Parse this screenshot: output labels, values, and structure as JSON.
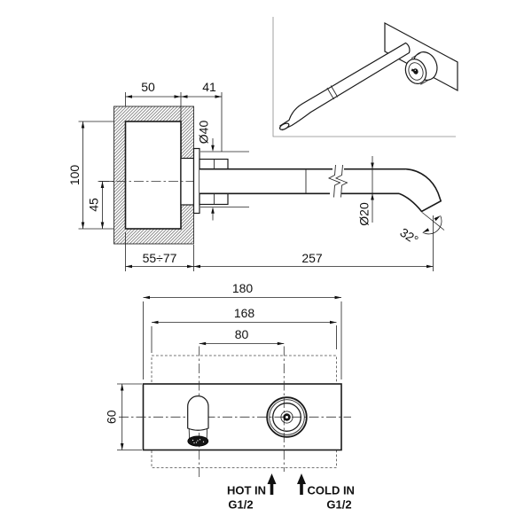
{
  "style": {
    "ink": "#1a1a1a",
    "background": "#ffffff"
  },
  "section_view": {
    "width_50": "50",
    "width_41": "41",
    "height_100": "100",
    "height_45": "45",
    "depth_range": "55÷77",
    "length_257": "257",
    "flange_dia": "Ø40",
    "spout_dia": "Ø20",
    "angle": "32°"
  },
  "front_view": {
    "width_180": "180",
    "width_168": "168",
    "spacing_80": "80",
    "height_60": "60",
    "hot_label": "HOT IN",
    "hot_thread": "G1/2",
    "cold_label": "COLD IN",
    "cold_thread": "G1/2"
  }
}
